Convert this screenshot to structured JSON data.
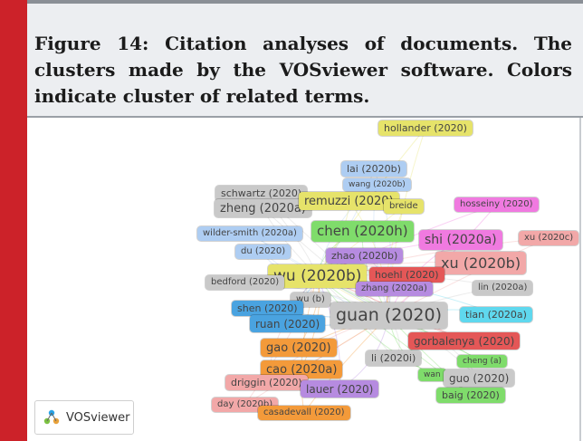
{
  "caption": {
    "text": "Figure 14: Citation analyses of documents. The clusters made by the VOSviewer software. Colors indicate cluster of related terms."
  },
  "logo": {
    "label": "VOSviewer",
    "icon": "vosviewer-logo-icon"
  },
  "colors": {
    "accent_bar": "#cc2229",
    "caption_bg": "#eceef1",
    "gray": "#c9c9c9",
    "yellow": "#e6e36a",
    "green": "#7fdc6b",
    "red": "#e45757",
    "orange": "#f39a3a",
    "blue": "#4aa3e0",
    "cyan": "#5fd8ee",
    "purple": "#b68be0",
    "pink": "#f07ae0",
    "salmon": "#f2a8a8",
    "lightblue": "#aecdf2"
  },
  "nodes": [
    {
      "label": "hollander (2020)",
      "color": "yellow"
    },
    {
      "label": "lai (2020b)",
      "color": "lightblue"
    },
    {
      "label": "wang (2020b)",
      "color": "lightblue"
    },
    {
      "label": "schwartz (2020)",
      "color": "gray"
    },
    {
      "label": "zheng (2020a)",
      "color": "gray"
    },
    {
      "label": "remuzzi (2020)",
      "color": "yellow"
    },
    {
      "label": "breide",
      "color": "yellow"
    },
    {
      "label": "hosseiny (2020)",
      "color": "pink"
    },
    {
      "label": "chen (2020h)",
      "color": "green"
    },
    {
      "label": "wilder-smith (2020a)",
      "color": "lightblue"
    },
    {
      "label": "shi (2020a)",
      "color": "pink"
    },
    {
      "label": "xu (2020c)",
      "color": "salmon"
    },
    {
      "label": "du (2020)",
      "color": "lightblue"
    },
    {
      "label": "zhao (2020b)",
      "color": "purple"
    },
    {
      "label": "xu (2020b)",
      "color": "salmon"
    },
    {
      "label": "wu (2020b)",
      "color": "yellow"
    },
    {
      "label": "hoehl (2020)",
      "color": "red"
    },
    {
      "label": "bedford (2020)",
      "color": "gray"
    },
    {
      "label": "zhang (2020a)",
      "color": "purple"
    },
    {
      "label": "lin (2020a)",
      "color": "gray"
    },
    {
      "label": "wu (b)",
      "color": "gray"
    },
    {
      "label": "shen (2020)",
      "color": "blue"
    },
    {
      "label": "guan (2020)",
      "color": "gray"
    },
    {
      "label": "tian (2020a)",
      "color": "cyan"
    },
    {
      "label": "ruan (2020)",
      "color": "blue"
    },
    {
      "label": "gao (2020)",
      "color": "orange"
    },
    {
      "label": "gorbalenya (2020)",
      "color": "red"
    },
    {
      "label": "li (2020i)",
      "color": "gray"
    },
    {
      "label": "cheng (a)",
      "color": "green"
    },
    {
      "label": "cao (2020a)",
      "color": "orange"
    },
    {
      "label": "wan",
      "color": "green"
    },
    {
      "label": "guo (2020)",
      "color": "gray"
    },
    {
      "label": "driggin (2020)",
      "color": "salmon"
    },
    {
      "label": "lauer (2020)",
      "color": "purple"
    },
    {
      "label": "baig (2020)",
      "color": "green"
    },
    {
      "label": "day (2020b)",
      "color": "salmon"
    },
    {
      "label": "casadevall (2020)",
      "color": "orange"
    }
  ]
}
